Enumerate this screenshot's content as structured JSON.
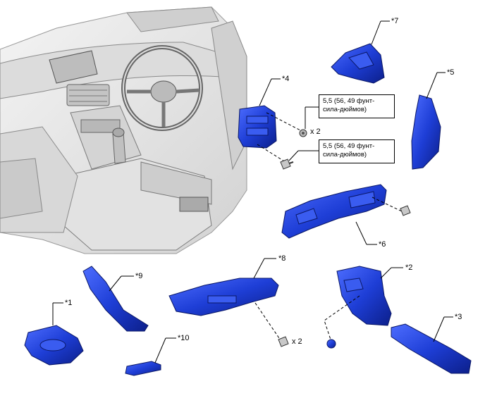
{
  "parts": {
    "p1": "*1",
    "p2": "*2",
    "p3": "*3",
    "p4": "*4",
    "p5": "*5",
    "p6": "*6",
    "p7": "*7",
    "p8": "*8",
    "p9": "*9",
    "p10": "*10"
  },
  "torque": {
    "upper": {
      "line1": "5,5 (56, 49 фунт-",
      "line2": "сила-дюймов)"
    },
    "lower": {
      "line1": "5,5 (56, 49 фунт-",
      "line2": "сила-дюймов)"
    }
  },
  "quantities": {
    "clip_upper": "x 2",
    "screw_lower": "x 2"
  },
  "colors": {
    "part_fill": "#1e3ed6",
    "part_dark": "#0c1f8a",
    "part_light": "#5a7cff",
    "cabin_fill": "#e6e6e6",
    "cabin_line": "#8a8a8a"
  }
}
